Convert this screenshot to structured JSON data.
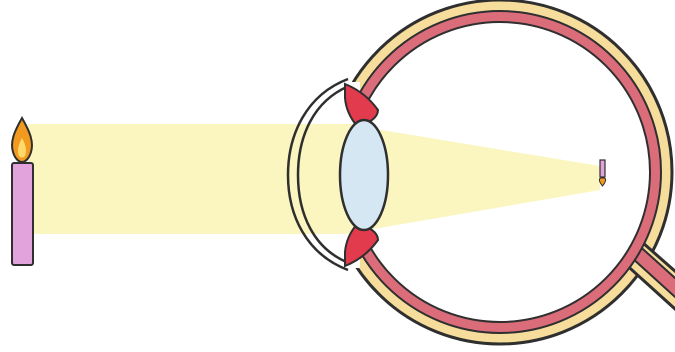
{
  "diagram": {
    "elements": [
      "candle",
      "flame",
      "light-beam",
      "cornea",
      "iris",
      "lens",
      "sclera",
      "choroid",
      "retina",
      "inverted-image",
      "optic-nerve"
    ],
    "colors": {
      "background": "#ffffff",
      "light": "#fbf6c0",
      "candle_body": "#e2a3dd",
      "flame_outer": "#f29a1f",
      "flame_inner": "#ffd86a",
      "sclera": "#f6dd9c",
      "choroid": "#db6d7b",
      "iris": "#e23b4d",
      "lens": "#d5e7f3",
      "outline": "#2f2f2f"
    }
  }
}
